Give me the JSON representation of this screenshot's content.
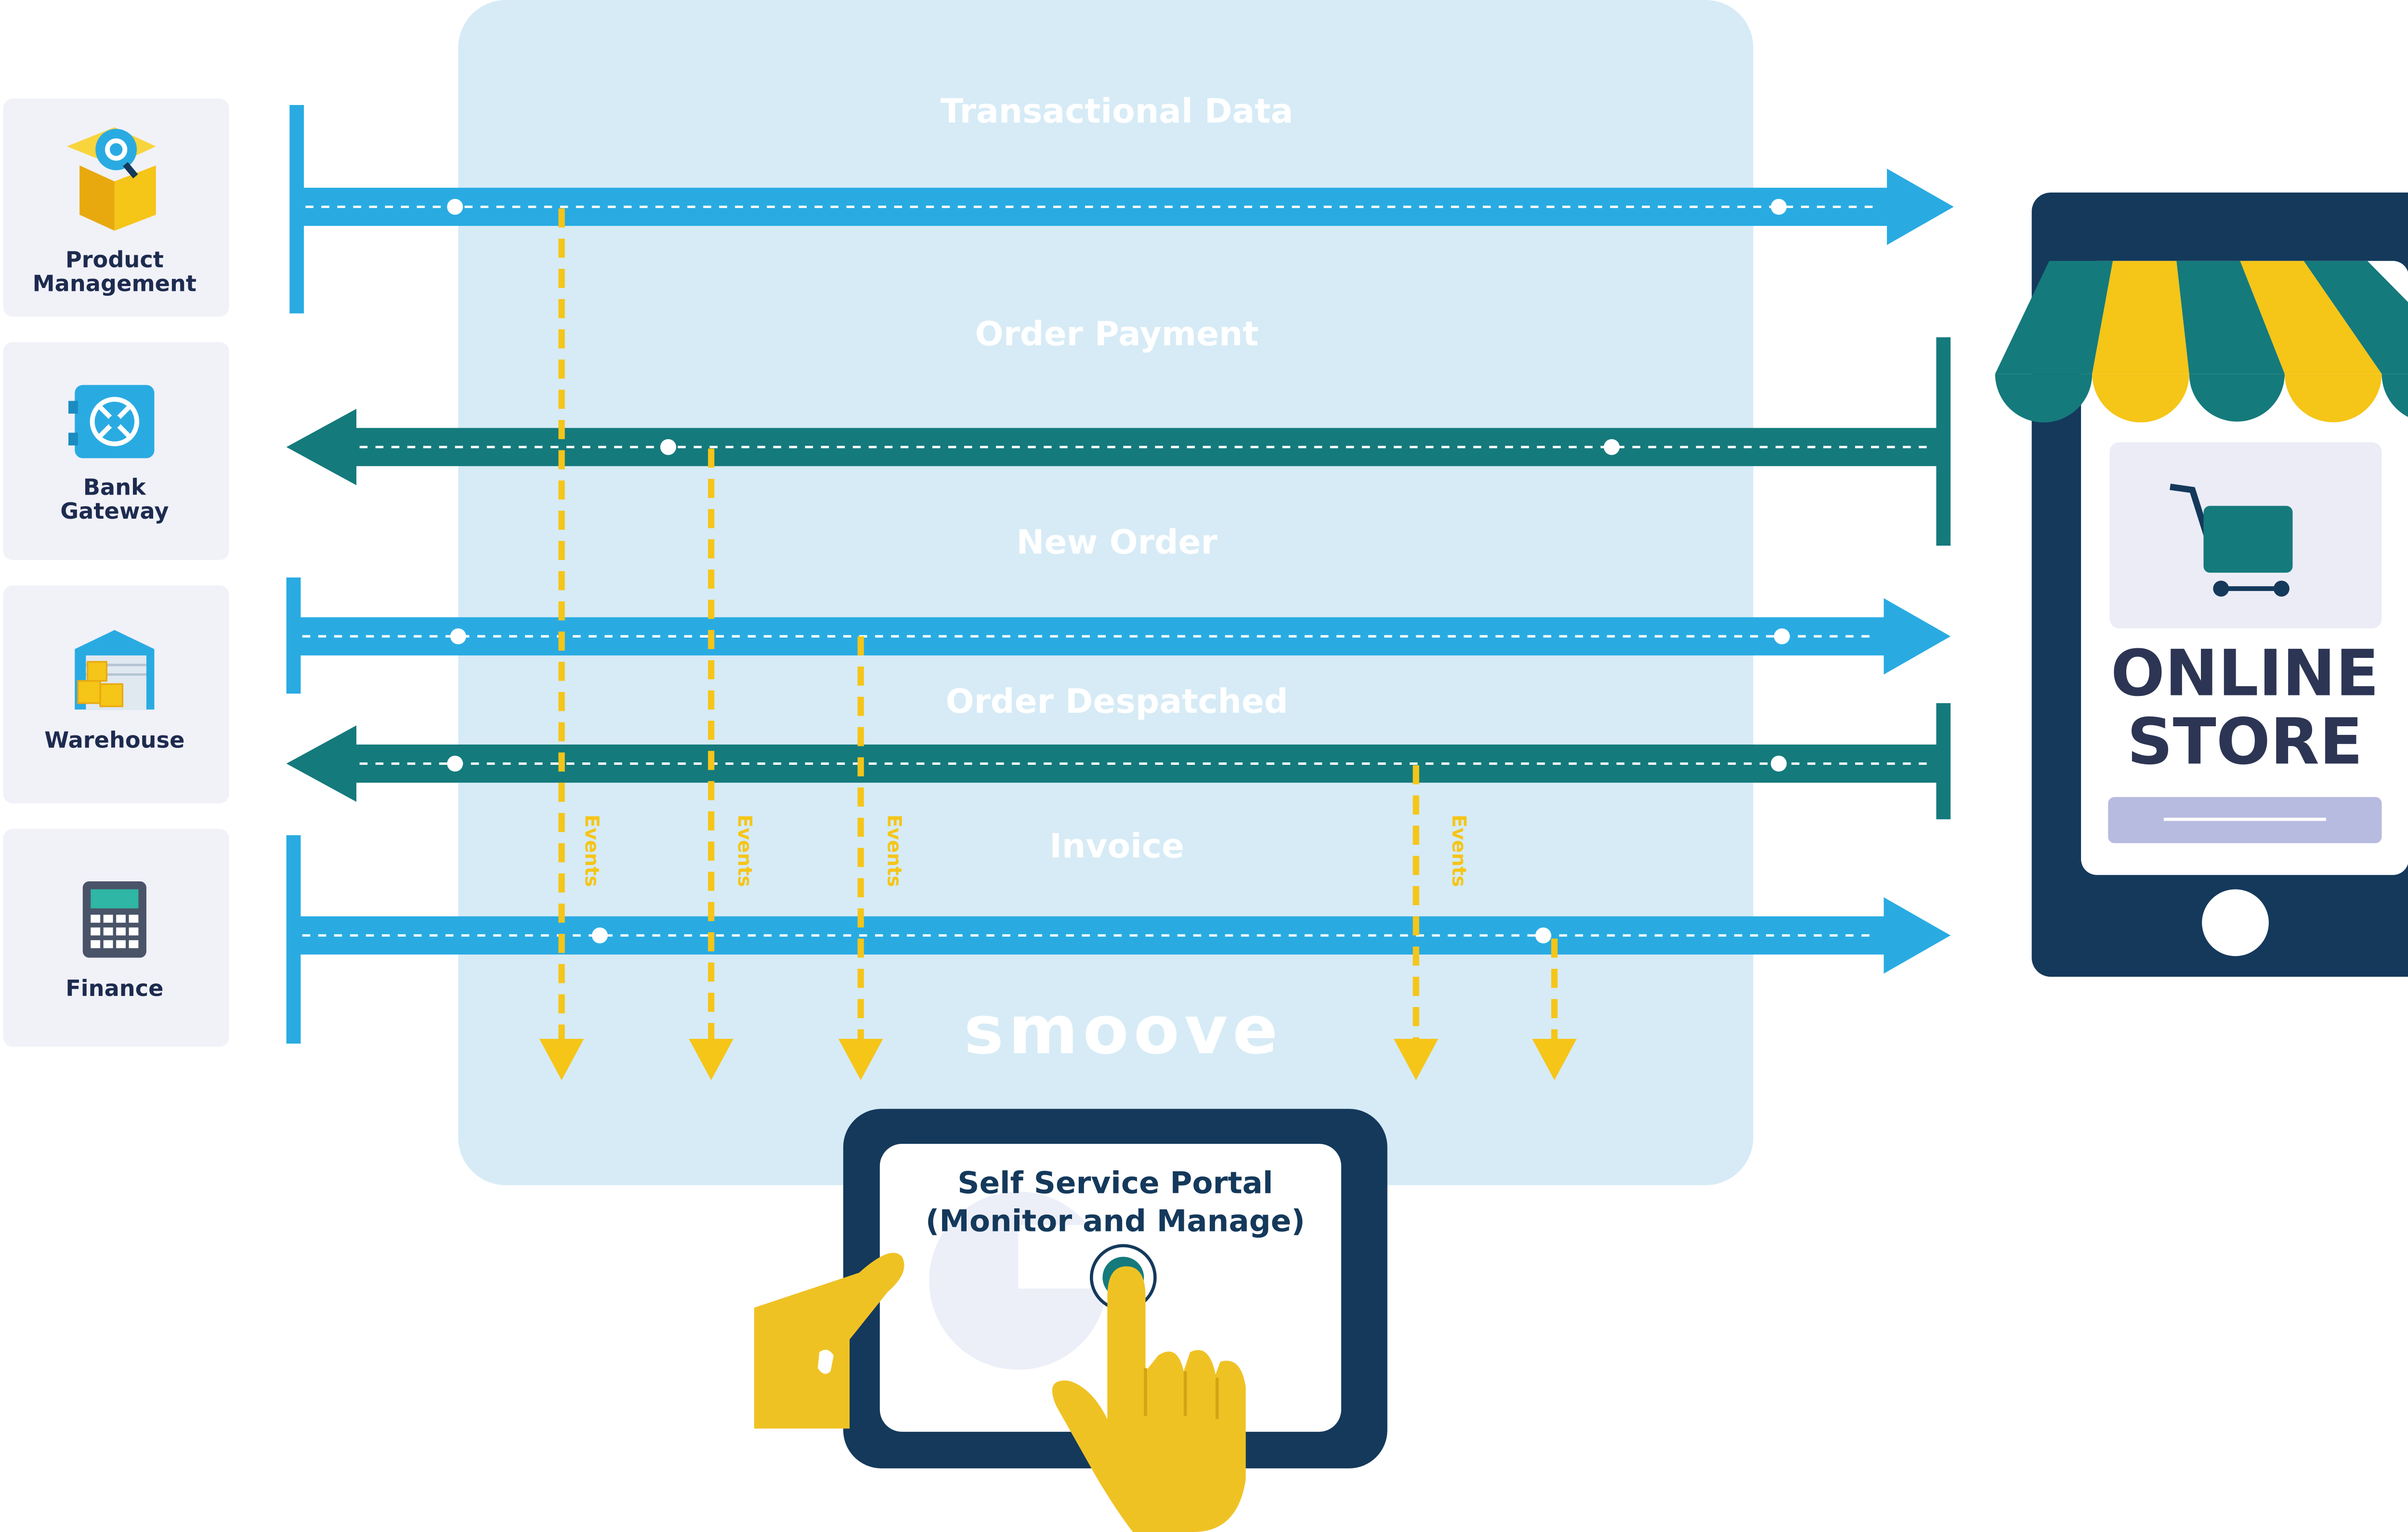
{
  "systems": [
    {
      "label_line1": "Product",
      "label_line2": "Management",
      "icon": "product-box-icon"
    },
    {
      "label_line1": "Bank",
      "label_line2": "Gateway",
      "icon": "safe-vault-icon"
    },
    {
      "label_line1": "Warehouse",
      "label_line2": "",
      "icon": "warehouse-icon"
    },
    {
      "label_line1": "Finance",
      "label_line2": "",
      "icon": "calculator-icon"
    }
  ],
  "flows": [
    {
      "label": "Transactional Data",
      "direction": "right",
      "color": "#29abe2"
    },
    {
      "label": "Order Payment",
      "direction": "left",
      "color": "#157a7c"
    },
    {
      "label": "New Order",
      "direction": "right",
      "color": "#29abe2"
    },
    {
      "label": "Order Despatched",
      "direction": "left",
      "color": "#157a7c"
    },
    {
      "label": "Invoice",
      "direction": "right",
      "color": "#29abe2"
    }
  ],
  "events": {
    "label": "Events",
    "color": "#f5c518"
  },
  "brand": {
    "logo_text": "smoove"
  },
  "online_store": {
    "line1": "ONLINE",
    "line2": "STORE",
    "icon": "shopping-cart-icon"
  },
  "portal": {
    "line1": "Self Service Portal",
    "line2": "(Monitor and Manage)"
  },
  "colors": {
    "navy": "#14395b",
    "panel": "#d4eaf6",
    "blue_arrow": "#29abe2",
    "teal_arrow": "#157a7c",
    "yellow": "#f5c518",
    "hand": "#efc224",
    "card": "#f1f1f8",
    "label_text": "#1d2b4f"
  }
}
